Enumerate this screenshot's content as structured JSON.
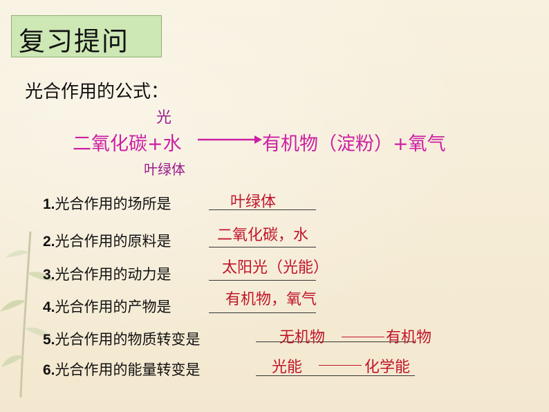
{
  "title": "复习提问",
  "subtitle": "光合作用的公式：",
  "equation": {
    "left": "二氧化碳+水",
    "right": "有机物（淀粉）+氧气",
    "condition_top": "光",
    "condition_bottom": "叶绿体"
  },
  "questions": [
    {
      "num": "1.",
      "text": "光合作用的场所是",
      "answer": "叶绿体"
    },
    {
      "num": "2.",
      "text": "光合作用的原料是",
      "answer": "二氧化碳，水"
    },
    {
      "num": "3.",
      "text": "光合作用的动力是",
      "answer": "太阳光（光能）"
    },
    {
      "num": "4.",
      "text": "光合作用的产物是",
      "answer": "有机物，氧气"
    },
    {
      "num": "5.",
      "text": "光合作用的物质转变是",
      "answer_from": "无机物",
      "answer_to": "有机物"
    },
    {
      "num": "6.",
      "text": "光合作用的能量转变是",
      "answer_from": "光能",
      "answer_to": "化学能"
    }
  ],
  "colors": {
    "answer": "#c0142a",
    "equation": "#cc1fa3",
    "title_bg": "#cde7b5"
  }
}
